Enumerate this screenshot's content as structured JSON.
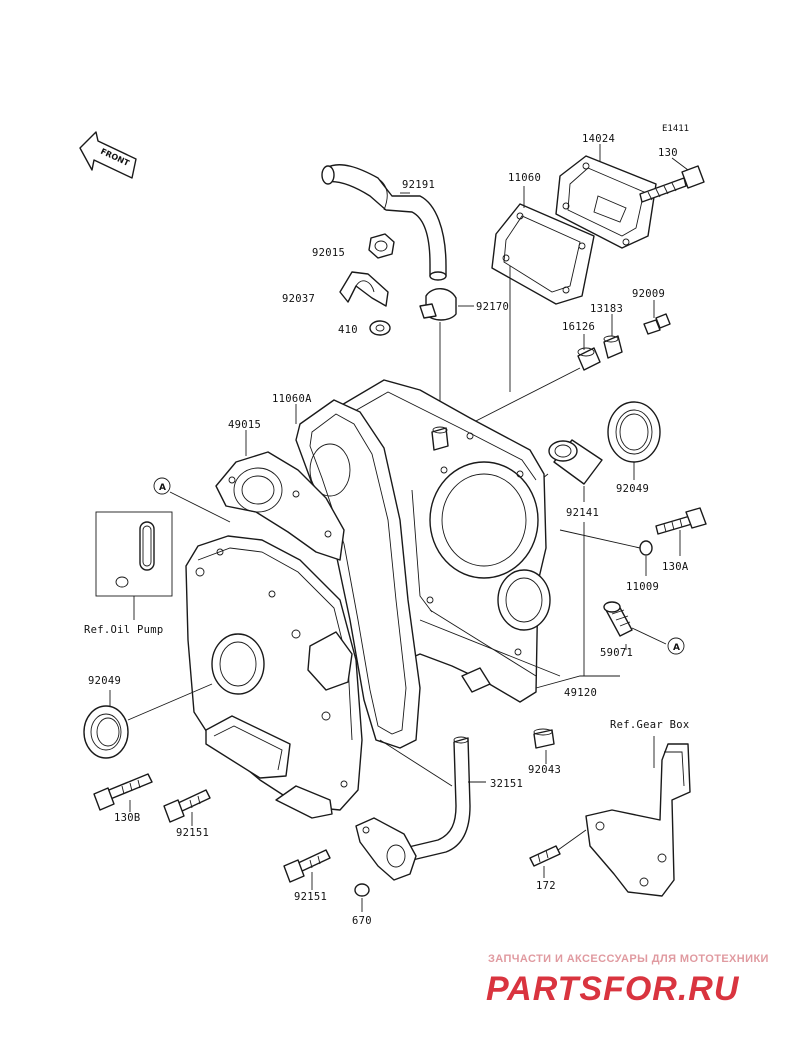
{
  "diagram_code": "E1411",
  "front_label": "FRONT",
  "callouts": {
    "p92191": "92191",
    "p11060": "11060",
    "p14024": "14024",
    "p130": "130",
    "p92015": "92015",
    "p92037": "92037",
    "p410": "410",
    "p92170": "92170",
    "p92009": "92009",
    "p13183": "13183",
    "p16126": "16126",
    "p11060A": "11060A",
    "p49015": "49015",
    "p92049_right": "92049",
    "p92141": "92141",
    "p130A": "130A",
    "p11009": "11009",
    "p59071": "59071",
    "p49120": "49120",
    "ref_oil_pump": "Ref.Oil Pump",
    "p92049_left": "92049",
    "ref_gear_box": "Ref.Gear Box",
    "p92043": "92043",
    "p32151": "32151",
    "p130B": "130B",
    "p92151_a": "92151",
    "p92151_b": "92151",
    "p670": "670",
    "p172": "172",
    "marker_a1": "A",
    "marker_a2": "A"
  },
  "watermark": {
    "tagline": "ЗАПЧАСТИ И АКСЕССУАРЫ ДЛЯ МОТОТЕХНИКИ",
    "brand": "PARTSFOR.RU"
  }
}
